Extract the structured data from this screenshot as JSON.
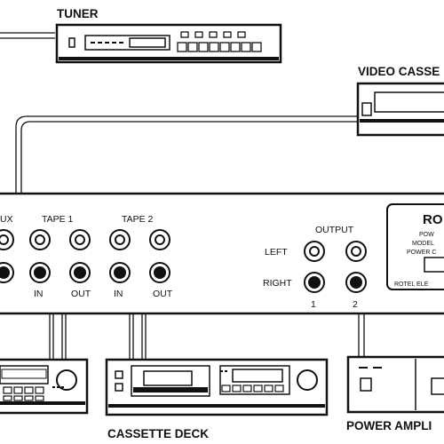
{
  "devices": {
    "tuner": "TUNER",
    "vcr": "VIDEO CASSE",
    "cassette_deck": "CASSETTE DECK",
    "power_amp": "POWER AMPLI"
  },
  "jacks": {
    "aux": "UX",
    "tape1": "TAPE 1",
    "tape2": "TAPE 2",
    "output": "OUTPUT",
    "left": "LEFT",
    "right": "RIGHT",
    "in": "IN",
    "out": "OUT",
    "out_short": "OUT",
    "n1": "1",
    "n2": "2"
  },
  "rear_label": {
    "brand": "RO",
    "line1": "POW",
    "line2": "MODEL",
    "line3": "POWER C",
    "bottom": "ROTEL ELE"
  }
}
